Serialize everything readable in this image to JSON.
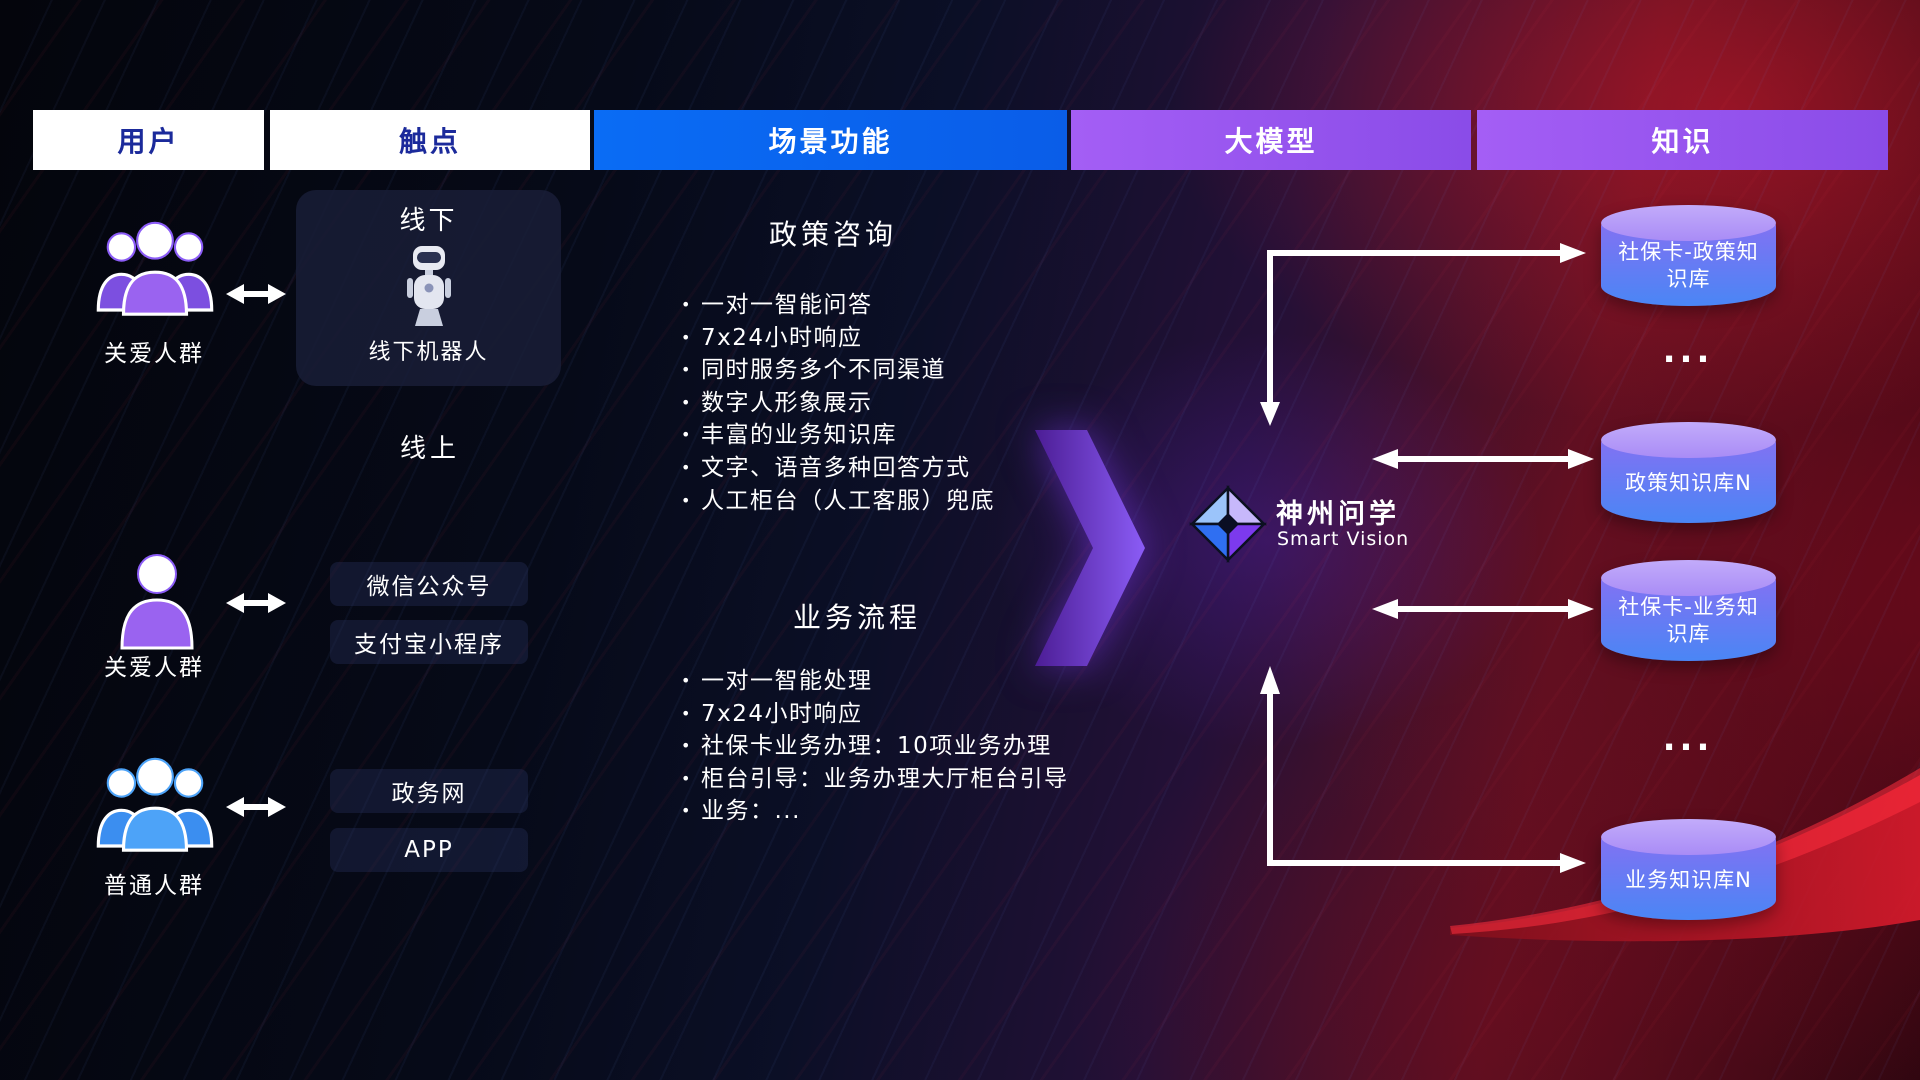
{
  "headers": {
    "user": "用户",
    "touchpoint": "触点",
    "scenario": "场景功能",
    "model": "大模型",
    "knowledge": "知识"
  },
  "users": {
    "group1": {
      "label": "关爱人群"
    },
    "single": {
      "label": "关爱人群"
    },
    "group2": {
      "label": "普通人群"
    }
  },
  "touchpoints": {
    "offline_title": "线下",
    "offline_robot": "线下机器人",
    "online_title": "线上",
    "wechat": "微信公众号",
    "alipay": "支付宝小程序",
    "gov": "政务网",
    "app": "APP"
  },
  "scenario": {
    "policy": {
      "title": "政策咨询",
      "items": [
        "一对一智能问答",
        "7x24小时响应",
        "同时服务多个不同渠道",
        "数字人形象展示",
        "丰富的业务知识库",
        "文字、语音多种回答方式",
        "人工柜台（人工客服）兜底"
      ]
    },
    "business": {
      "title": "业务流程",
      "items": [
        "一对一智能处理",
        "7x24小时响应",
        "社保卡业务办理：10项业务办理",
        "柜台引导：业务办理大厅柜台引导",
        "业务：..."
      ]
    }
  },
  "model": {
    "name": "神州问学",
    "subtitle": "Smart Vision"
  },
  "knowledge": {
    "kb1": "社保卡-政策知识库",
    "dots1": "...",
    "kb2": "政策知识库N",
    "kb3": "社保卡-业务知识库",
    "dots2": "...",
    "kb4": "业务知识库N"
  },
  "colors": {
    "header_blue": "#0a6cf5",
    "header_purple": "#9a55f2",
    "header_text_blue": "#1b2a9b",
    "accent_purple": "#7c3aed",
    "cylinder_top": "#b7a0f8",
    "cylinder_body_top": "#8f6ef2",
    "cylinder_body_bottom": "#4a86f5",
    "arrow_white": "#ffffff",
    "swoosh_red": "#e01b2e"
  }
}
